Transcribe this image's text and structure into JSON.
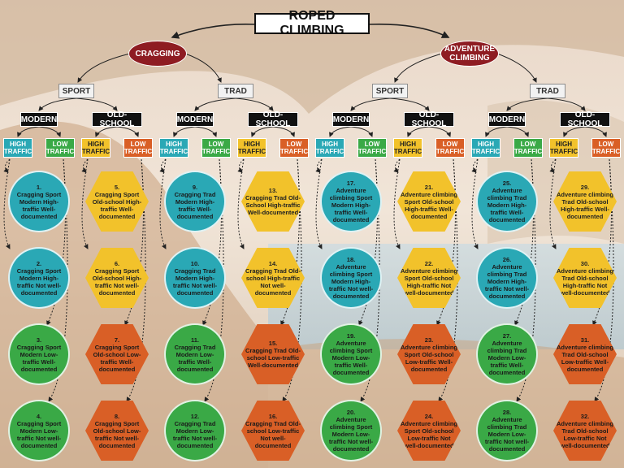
{
  "title": "ROPED CLIMBING",
  "colors": {
    "maroon": "#8e1c22",
    "teal": "#2aa8b5",
    "green": "#3aa946",
    "yellow": "#f2c22b",
    "orange": "#d95f26",
    "black": "#111111"
  },
  "level1": [
    {
      "label": "CRAGGING"
    },
    {
      "label": "ADVENTURE CLIMBING"
    }
  ],
  "level2": [
    "SPORT",
    "TRAD",
    "SPORT",
    "TRAD"
  ],
  "level3": [
    "MODERN",
    "OLD-SCHOOL",
    "MODERN",
    "OLD-SCHOOL",
    "MODERN",
    "OLD-SCHOOL",
    "MODERN",
    "OLD-SCHOOL"
  ],
  "traffic": {
    "high": "HIGH TRAFFIC",
    "low": "LOW TRAFFIC"
  },
  "outcomes": [
    {
      "num": "1.",
      "text": "Cragging Sport Modern High-traffic Well-documented"
    },
    {
      "num": "2.",
      "text": "Cragging Sport Modern High-traffic Not well-documented"
    },
    {
      "num": "3.",
      "text": "Cragging Sport Modern Low-traffic Well-documented"
    },
    {
      "num": "4.",
      "text": "Cragging Sport Modern Low-traffic Not well-documented"
    },
    {
      "num": "5.",
      "text": "Cragging Sport Old-school High-traffic Well-documented"
    },
    {
      "num": "6.",
      "text": "Cragging Sport Old-school High-traffic Not well-documented"
    },
    {
      "num": "7.",
      "text": "Cragging Sport Old-school Low-traffic Well-documented"
    },
    {
      "num": "8.",
      "text": "Cragging Sport Old-school Low-traffic Not well-documented"
    },
    {
      "num": "9.",
      "text": "Cragging Trad Modern High-traffic Well-documented"
    },
    {
      "num": "10.",
      "text": "Cragging Trad Modern High-traffic Not well-documented"
    },
    {
      "num": "11.",
      "text": "Cragging Trad Modern Low-traffic Well-documented"
    },
    {
      "num": "12.",
      "text": "Cragging Trad Modern Low-traffic Not well-documented"
    },
    {
      "num": "13.",
      "text": "Cragging Trad Old-School High-traffic Well-documented"
    },
    {
      "num": "14.",
      "text": "Cragging Trad Old-school High-traffic Not well-documented"
    },
    {
      "num": "15.",
      "text": "Cragging Trad Old-school Low-traffic Well-documented"
    },
    {
      "num": "16.",
      "text": "Cragging Trad Old-school Low-traffic Not well-documented"
    },
    {
      "num": "17.",
      "text": "Adventure climbing Sport Modern High-traffic Well-documented"
    },
    {
      "num": "18.",
      "text": "Adventure climbing Sport Modern High-traffic Not well-documented"
    },
    {
      "num": "19.",
      "text": "Adventure climbing Sport Modern Low-traffic Well-documented"
    },
    {
      "num": "20.",
      "text": "Adventure climbing Sport Modern Low-traffic Not well-documented"
    },
    {
      "num": "21.",
      "text": "Adventure climbing Sport Old-school High-traffic Well-documented"
    },
    {
      "num": "22.",
      "text": "Adventure climbing Sport Old-school High-traffic Not well-documented"
    },
    {
      "num": "23.",
      "text": "Adventure climbing Sport Old-school Low-traffic Well-documented"
    },
    {
      "num": "24.",
      "text": "Adventure climbing Sport Old-school Low-traffic Not well-documented"
    },
    {
      "num": "25.",
      "text": "Adventure climbing Trad Modern High-traffic Well-documented"
    },
    {
      "num": "26.",
      "text": "Adventure climbing Trad Modern High-traffic Not well-documented"
    },
    {
      "num": "27.",
      "text": "Adventure climbing Trad Modern Low-traffic Well-documented"
    },
    {
      "num": "28.",
      "text": "Adventure climbing Trad Modern Low-traffic Not well-documented"
    },
    {
      "num": "29.",
      "text": "Adventure climbing Trad Old-school High-traffic Well-documented"
    },
    {
      "num": "30.",
      "text": "Adventure climbing Trad Old-school High-traffic Not well-documented"
    },
    {
      "num": "31.",
      "text": "Adventure climbing Trad Old-school Low-traffic Well-documented"
    },
    {
      "num": "32.",
      "text": "Adventure climbing Trad Old-school Low-traffic Not well-documented"
    }
  ]
}
